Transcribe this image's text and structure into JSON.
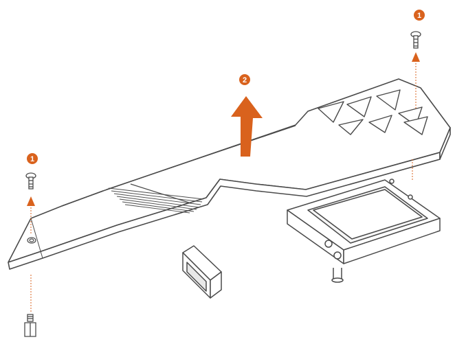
{
  "colors": {
    "accent": "#d9621d",
    "line": "#4a4a4a",
    "guide": "#d9621d"
  },
  "steps": [
    {
      "id": "step-1-right",
      "label": "1"
    },
    {
      "id": "step-2",
      "label": "2"
    },
    {
      "id": "step-1-left",
      "label": "1"
    }
  ],
  "parts": [
    "heatsink-cover",
    "m2-ssd",
    "screw",
    "standoff",
    "thermal-pad-block"
  ]
}
